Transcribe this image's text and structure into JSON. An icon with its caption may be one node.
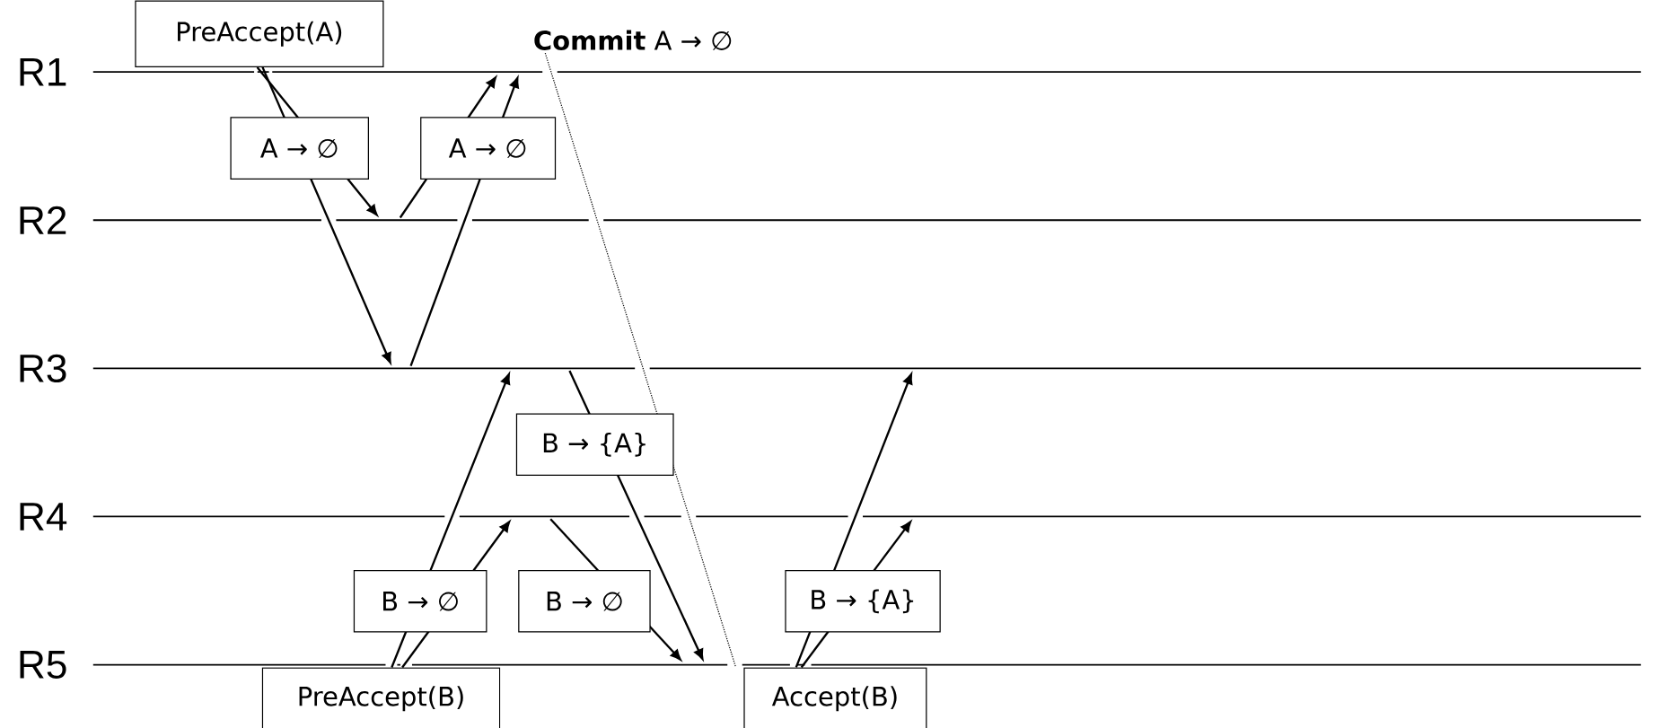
{
  "diagram": {
    "nodes": [
      {
        "text": [],
        "shape": "line",
        "beside": [
          "R1"
        ]
      },
      {
        "text": [],
        "shape": "line",
        "beside": [
          "R2"
        ]
      },
      {
        "text": [],
        "shape": "line",
        "beside": [
          "R3"
        ]
      },
      {
        "text": [],
        "shape": "line",
        "beside": [
          "R4"
        ]
      },
      {
        "text": [],
        "shape": "line",
        "beside": [
          "R5"
        ]
      },
      {
        "text": [
          "PreAccept(A)"
        ]
      },
      {
        "text": [
          "**Commit** A → ∅"
        ]
      },
      {
        "text": [
          "PreAccept(B)"
        ]
      },
      {
        "text": [
          "Accept(B)"
        ]
      }
    ],
    "edges": [
      {
        "from": 5,
        "to": 1,
        "arrow": "to",
        "label": "A → ∅"
      },
      {
        "from": 5,
        "to": 2,
        "arrow": "to"
      },
      {
        "from": 1,
        "to": 0,
        "arrow": "to",
        "label": "A → ∅"
      },
      {
        "from": 2,
        "to": 0,
        "arrow": "to"
      },
      {
        "from": 7,
        "to": 2,
        "arrow": "to",
        "label": "B → ∅"
      },
      {
        "from": 7,
        "to": 3,
        "arrow": "to"
      },
      {
        "from": 2,
        "to": 4,
        "arrow": "to",
        "label": "B → {A}"
      },
      {
        "from": 3,
        "to": 4,
        "arrow": "to",
        "label": "B → ∅"
      },
      {
        "from": 8,
        "to": 2,
        "arrow": "to",
        "label": "B → {A}"
      },
      {
        "from": 8,
        "to": 3,
        "arrow": "to"
      },
      {
        "from": 6,
        "to": 8,
        "arrow": "none",
        "style": "dashed"
      }
    ]
  }
}
